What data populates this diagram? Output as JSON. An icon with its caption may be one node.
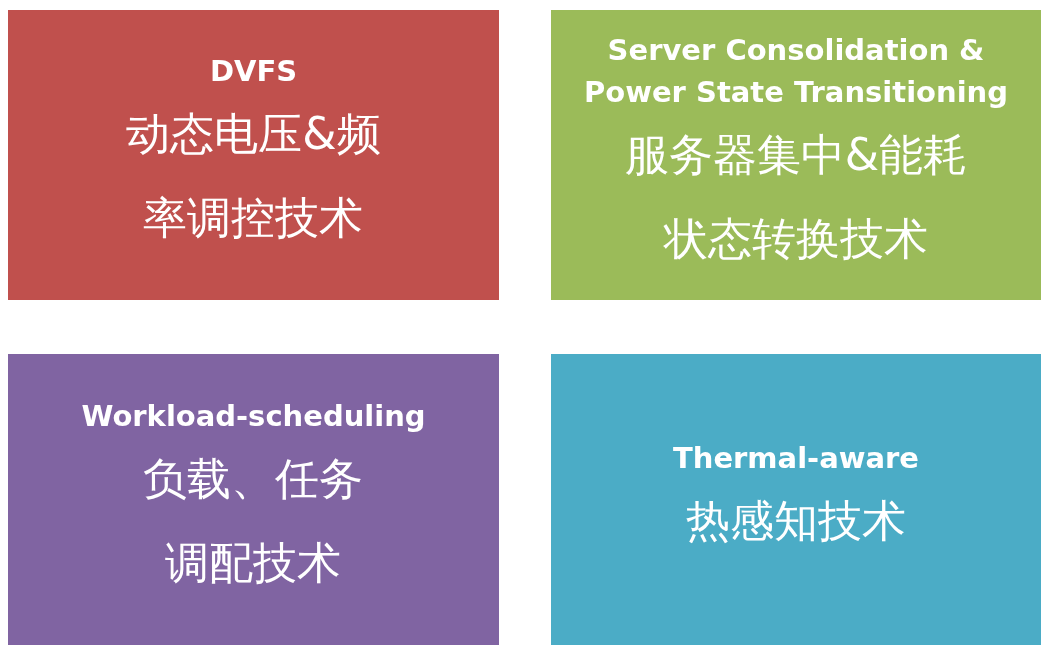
{
  "diagram": {
    "nodes": [
      {
        "text": [
          "DVFS",
          "动态电压&频率调控技术"
        ]
      },
      {
        "text": [
          "Server Consolidation & Power State Transitioning",
          "服务器集中&能耗状态转换技术"
        ]
      },
      {
        "text": [
          "Workload-scheduling",
          "负载、任务调配技术"
        ]
      },
      {
        "text": [
          "Thermal-aware",
          "热感知技术"
        ]
      }
    ]
  }
}
